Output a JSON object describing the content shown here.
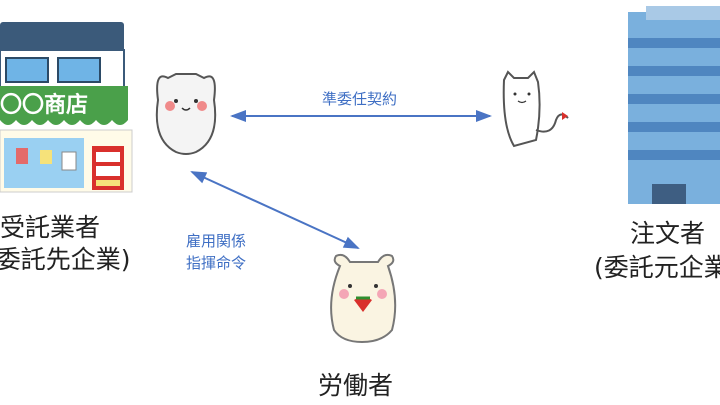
{
  "diagram": {
    "contractor": {
      "line1": "受託業者",
      "line2": "(委託先企業)"
    },
    "client": {
      "line1": "注文者",
      "line2": "(委託元企業)"
    },
    "worker": {
      "label": "労働者"
    },
    "shop_sign": "〇〇商店",
    "edges": {
      "contractor_client": "準委任契約",
      "contractor_worker_line1": "雇用関係",
      "contractor_worker_line2": "指揮命令"
    },
    "colors": {
      "arrow": "#4a74c4",
      "shop_roof": "#3b5a7a",
      "awning": "#4aa04a",
      "building": "#6ea6d8"
    }
  }
}
